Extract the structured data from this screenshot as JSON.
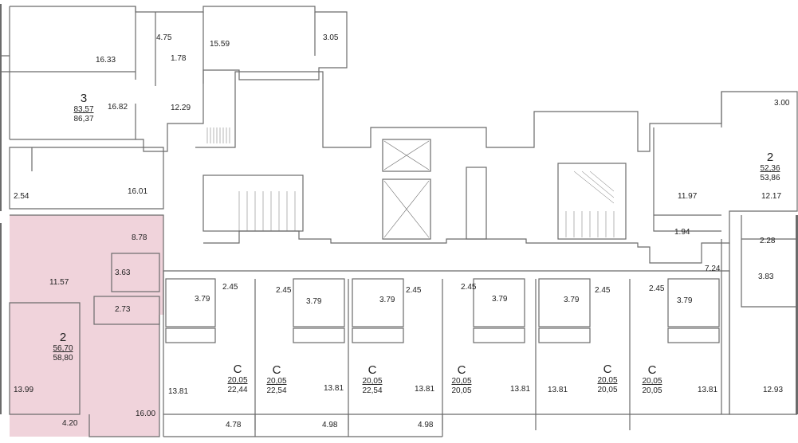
{
  "colors": {
    "highlight": "#f0d3db",
    "wall": "#6b6b6b",
    "line": "#8a8a8a"
  },
  "apartments": [
    {
      "id": "apt-3-north",
      "type": "3",
      "area_total": "83,57",
      "area_full": "86,37"
    },
    {
      "id": "apt-2-highlighted",
      "type": "2",
      "area_total": "56,70",
      "area_full": "58,80"
    },
    {
      "id": "apt-2-east",
      "type": "2",
      "area_total": "52,36",
      "area_full": "53,86"
    },
    {
      "id": "studio-1",
      "type": "С",
      "area_total": "20,05",
      "area_full": "22,44"
    },
    {
      "id": "studio-2",
      "type": "С",
      "area_total": "20,05",
      "area_full": "22,54"
    },
    {
      "id": "studio-3",
      "type": "С",
      "area_total": "20,05",
      "area_full": "22,54"
    },
    {
      "id": "studio-4",
      "type": "С",
      "area_total": "20,05",
      "area_full": "20,05"
    },
    {
      "id": "studio-5",
      "type": "С",
      "area_total": "20,05",
      "area_full": "20,05"
    },
    {
      "id": "studio-6",
      "type": "С",
      "area_total": "20,05",
      "area_full": "20,05"
    }
  ],
  "room_areas": {
    "n_bath": "4.75",
    "n_room_a": "16.33",
    "n_room_b": "15.59",
    "n_balcony": "3.05",
    "n_wc": "1.78",
    "n_room_c": "16.82",
    "n_hall": "12.29",
    "n_room_d": "16.01",
    "n_balcony_w": "2.54",
    "h_hall": "8.78",
    "h_bath": "3.63",
    "h_wc": "2.73",
    "h_room": "11.57",
    "h_kitchen": "13.99",
    "h_room_big": "16.00",
    "h_balcony": "4.20",
    "s1_bath": "3.79",
    "s1_hall": "2.45",
    "s1_room": "13.81",
    "s1_balcony": "4.78",
    "s2_hall": "2.45",
    "s2_bath": "3.79",
    "s2_room": "13.81",
    "s2_balcony": "4.98",
    "s3_bath": "3.79",
    "s3_hall": "2.45",
    "s3_room": "13.81",
    "s3_balcony": "4.98",
    "s4_hall": "2.45",
    "s4_bath": "3.79",
    "s4_room": "13.81",
    "s5_bath": "3.79",
    "s5_hall": "2.45",
    "s5_room": "13.81",
    "s6_hall": "2.45",
    "s6_bath": "3.79",
    "s6_room": "13.81",
    "e_balcony": "3.00",
    "e_kitchen": "11.97",
    "e_room": "12.17",
    "e_wc": "1.94",
    "e_bath_a": "2.28",
    "e_hall": "7.24",
    "e_bath_b": "3.83",
    "e_room_se": "12.93"
  }
}
